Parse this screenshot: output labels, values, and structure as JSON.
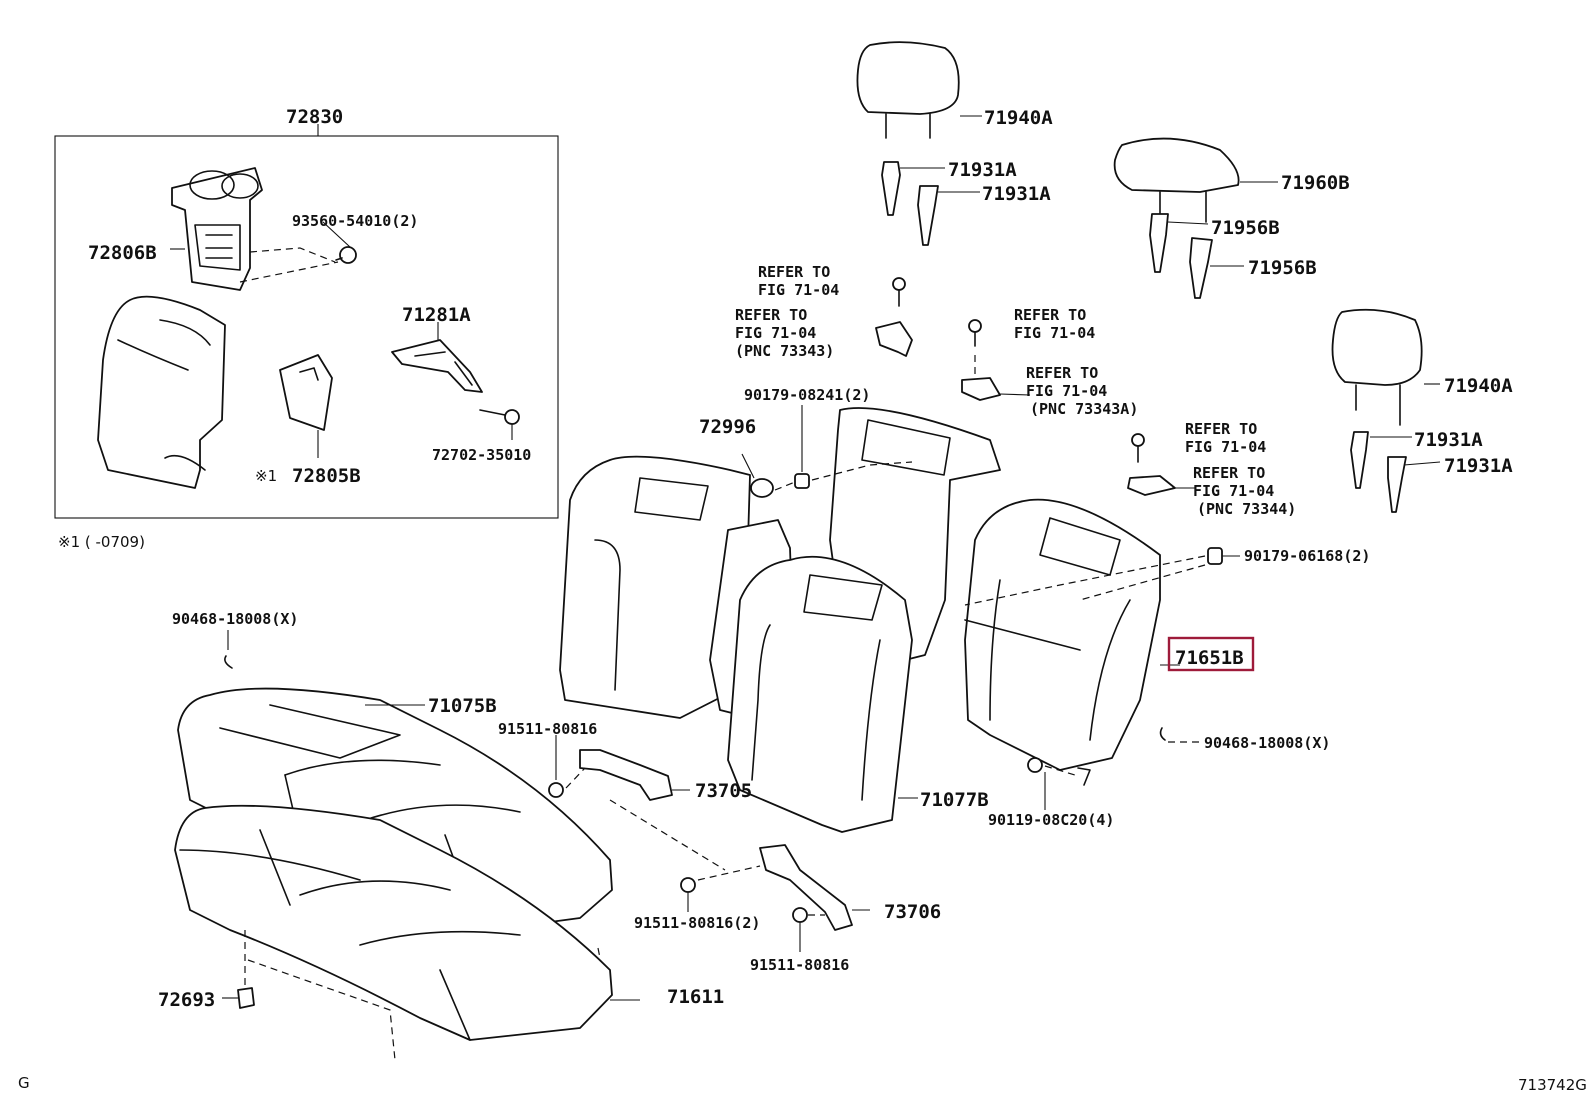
{
  "labels": {
    "p72830": "72830",
    "p93560": "93560-54010(2)",
    "p72806b": "72806B",
    "p71281a": "71281A",
    "p72805b": "72805B",
    "mark1": "※1",
    "p72702": "72702-35010",
    "note1": "※1 (     -0709)",
    "p71940a_top": "71940A",
    "p71931a_1": "71931A",
    "p71931a_2": "71931A",
    "p71960b": "71960B",
    "p71956b_1": "71956B",
    "p71956b_2": "71956B",
    "p71940a_right": "71940A",
    "p71931a_3": "71931A",
    "p71931a_4": "71931A",
    "refer1_a": "REFER TO",
    "refer1_b": "FIG 71-04",
    "refer2_a": "REFER TO",
    "refer2_b": "FIG 71-04",
    "refer2_c": "(PNC 73343)",
    "refer3_a": "REFER TO",
    "refer3_b": "FIG 71-04",
    "refer4_a": "REFER TO",
    "refer4_b": "FIG 71-04",
    "refer4_c": "(PNC 73343A)",
    "refer5_a": "REFER TO",
    "refer5_b": "FIG 71-04",
    "refer6_a": "REFER TO",
    "refer6_b": "FIG 71-04",
    "refer6_c": "(PNC 73344)",
    "p90179_08241": "90179-08241(2)",
    "p72996": "72996",
    "p90179_06168": "90179-06168(2)",
    "p71651b": "71651B",
    "p90468_left": "90468-18008(X)",
    "p90468_right": "90468-18008(X)",
    "p71075b": "71075B",
    "p91511_a": "91511-80816",
    "p73705": "73705",
    "p71077b": "71077B",
    "p90119": "90119-08C20(4)",
    "p91511_b": "91511-80816(2)",
    "p73706": "73706",
    "p91511_c": "91511-80816",
    "p72693": "72693",
    "p71611": "71611",
    "corner_left": "G",
    "corner_right": "713742G"
  },
  "highlight_color": "#9e1b3a"
}
